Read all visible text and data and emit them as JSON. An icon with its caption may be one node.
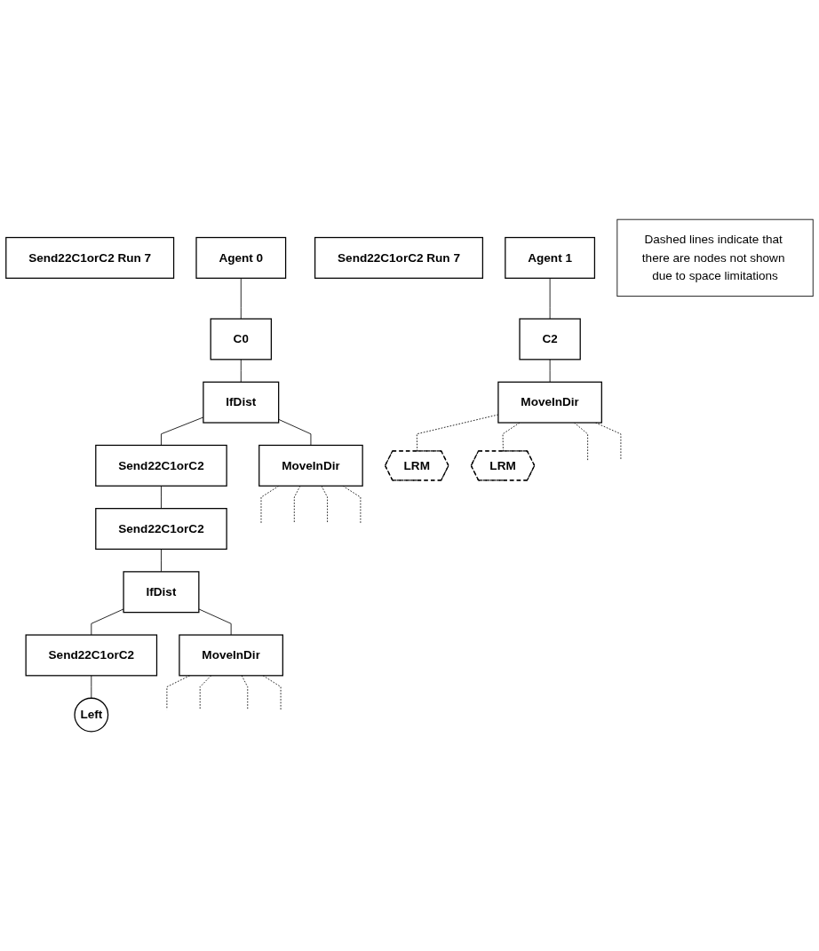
{
  "diagram": {
    "nodes": [
      {
        "text": [
          "Send22C1orC2 Run 7"
        ]
      },
      {
        "text": [
          "Agent 0"
        ]
      },
      {
        "text": [
          "C0"
        ]
      },
      {
        "text": [
          "IfDist"
        ]
      },
      {
        "text": [
          "Send22C1orC2"
        ]
      },
      {
        "text": [
          "MoveInDir"
        ]
      },
      {
        "text": [
          "Send22C1orC2"
        ]
      },
      {
        "text": [
          "IfDist"
        ]
      },
      {
        "text": [
          "Send22C1orC2"
        ]
      },
      {
        "text": [
          "MoveInDir"
        ]
      },
      {
        "text": [
          "Left"
        ]
      },
      {
        "text": [
          "Send22C1orC2 Run 7"
        ]
      },
      {
        "text": [
          "Agent 1"
        ]
      },
      {
        "text": [
          "C2"
        ]
      },
      {
        "text": [
          "MoveInDir"
        ]
      },
      {
        "text": [
          "LRM"
        ]
      },
      {
        "text": [
          "LRM"
        ]
      },
      {
        "text": [
          "Dashed lines indicate that there are nodes not shown due to space limitations"
        ]
      }
    ],
    "edges": [
      {
        "from": 1,
        "to": 2,
        "arrow": "none"
      },
      {
        "from": 2,
        "to": 3,
        "arrow": "none"
      },
      {
        "from": 3,
        "to": 4,
        "arrow": "none"
      },
      {
        "from": 3,
        "to": 5,
        "arrow": "none"
      },
      {
        "from": 4,
        "to": 6,
        "arrow": "none"
      },
      {
        "from": 5,
        "to": null,
        "arrow": "none",
        "style": "dashed"
      },
      {
        "from": 5,
        "to": null,
        "arrow": "none",
        "style": "dashed"
      },
      {
        "from": 5,
        "to": null,
        "arrow": "none",
        "style": "dashed"
      },
      {
        "from": 5,
        "to": null,
        "arrow": "none",
        "style": "dashed"
      },
      {
        "from": 6,
        "to": 7,
        "arrow": "none"
      },
      {
        "from": 7,
        "to": 8,
        "arrow": "none"
      },
      {
        "from": 7,
        "to": 9,
        "arrow": "none"
      },
      {
        "from": 8,
        "to": 10,
        "arrow": "none"
      },
      {
        "from": 9,
        "to": null,
        "arrow": "none",
        "style": "dashed"
      },
      {
        "from": 9,
        "to": null,
        "arrow": "none",
        "style": "dashed"
      },
      {
        "from": 9,
        "to": null,
        "arrow": "none",
        "style": "dashed"
      },
      {
        "from": 9,
        "to": null,
        "arrow": "none",
        "style": "dashed"
      },
      {
        "from": 12,
        "to": 13,
        "arrow": "none"
      },
      {
        "from": 13,
        "to": 14,
        "arrow": "none"
      },
      {
        "from": 14,
        "to": null,
        "arrow": "none",
        "style": "dashed"
      },
      {
        "from": 14,
        "to": 15,
        "arrow": "none",
        "style": "dashed"
      },
      {
        "from": 14,
        "to": null,
        "arrow": "none",
        "style": "dashed"
      },
      {
        "from": 14,
        "to": 16,
        "arrow": "none",
        "style": "dashed"
      }
    ]
  }
}
